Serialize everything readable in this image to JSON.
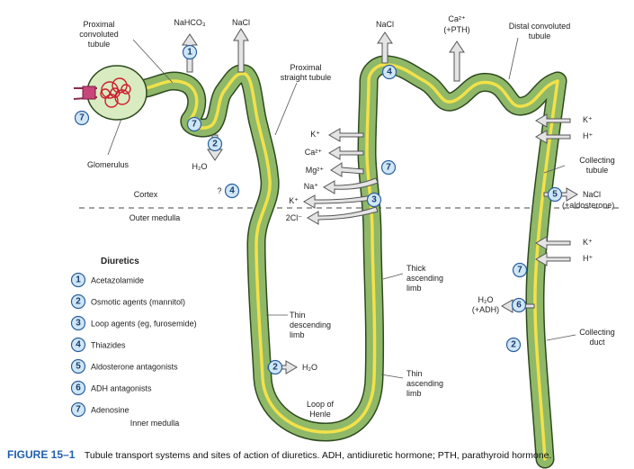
{
  "labels": {
    "proximal_convoluted": [
      "Proximal",
      "convoluted",
      "tubule"
    ],
    "nahco3": "NaHCO₃",
    "nacl_top": "NaCl",
    "nacl_distal": "NaCl",
    "ca_pth": [
      "Ca²⁺",
      "(+PTH)"
    ],
    "distal_convoluted": [
      "Distal convoluted",
      "tubule"
    ],
    "proximal_straight": [
      "Proximal",
      "straight tubule"
    ],
    "glomerulus": "Glomerulus",
    "h2o_proximal": "H₂O",
    "thiazide_q": "?",
    "cortex": "Cortex",
    "outer_medulla": "Outer medulla",
    "inner_medulla": "Inner medulla",
    "tal_ions": [
      "K⁺",
      "Ca²⁺",
      "Mg²⁺",
      "Na⁺",
      "K⁺",
      "2Cl⁻"
    ],
    "thick_ascending": [
      "Thick",
      "ascending",
      "limb"
    ],
    "thin_descending": [
      "Thin",
      "descending",
      "limb"
    ],
    "thin_ascending": [
      "Thin",
      "ascending",
      "limb"
    ],
    "loop_of_henle": [
      "Loop of",
      "Henle"
    ],
    "h2o_descending": "H₂O",
    "collecting_tubule": [
      "Collecting",
      "tubule"
    ],
    "k_upper": "K⁺",
    "h_upper": "H⁺",
    "nacl_aldo": [
      "NaCl",
      "(+aldosterone)"
    ],
    "k_lower": "K⁺",
    "h_lower": "H⁺",
    "h2o_adh": [
      "H₂O",
      "(+ADH)"
    ],
    "collecting_duct": [
      "Collecting",
      "duct"
    ]
  },
  "markers": {
    "acetazolamide_site": "1",
    "osmotic_site_proximal": "2",
    "adenosine_site_glomerulus": "7",
    "adenosine_site_proximal": "7",
    "thiazide_site_cortex": "4",
    "thiazide_site_distal": "4",
    "loop_site": "3",
    "adenosine_site_tal": "7",
    "osmotic_site_descending": "2",
    "aldosterone_site": "5",
    "adenosine_site_collecting": "7",
    "adh_site": "6",
    "osmotic_site_collecting": "2"
  },
  "legend": {
    "title": "Diuretics",
    "items": [
      {
        "num": "1",
        "label": "Acetazolamide"
      },
      {
        "num": "2",
        "label": "Osmotic agents (mannitol)"
      },
      {
        "num": "3",
        "label": "Loop agents (eg, furosemide)"
      },
      {
        "num": "4",
        "label": "Thiazides"
      },
      {
        "num": "5",
        "label": "Aldosterone antagonists"
      },
      {
        "num": "6",
        "label": "ADH antagonists"
      },
      {
        "num": "7",
        "label": "Adenosine"
      }
    ]
  },
  "caption": {
    "figure": "FIGURE 15–1",
    "text": "Tubule transport systems and sites of action of diuretics. ADH, antidiuretic hormone; PTH, parathyroid hormone."
  },
  "colors": {
    "tubule_fill": "#8fb868",
    "tubule_edge": "#2e4a1e",
    "lumen": "#f2e14a",
    "marker_fill": "#cfe6f6",
    "marker_stroke": "#2b5f9e",
    "arrow_fill": "#e4e4e4",
    "glomerulus_red": "#cc1f2f",
    "caption_blue": "#1f5fae"
  }
}
